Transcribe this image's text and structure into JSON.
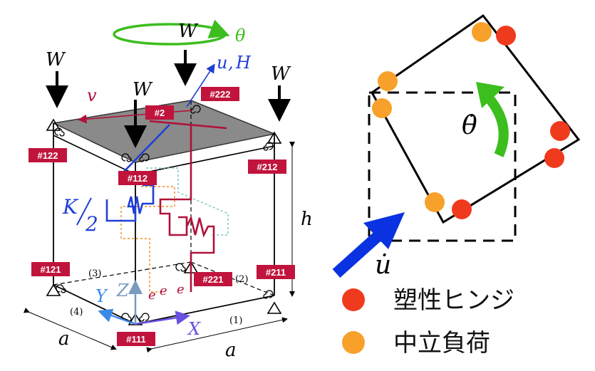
{
  "left_figure": {
    "node_labels": {
      "n2": "#2",
      "n222": "#222",
      "n122": "#122",
      "n212": "#212",
      "n112": "#112",
      "n121": "#121",
      "n221": "#221",
      "n211": "#211",
      "n111": "#111"
    },
    "load_labels": {
      "w_top": "W",
      "w_left": "W",
      "w_right": "W",
      "w_mid": "W"
    },
    "theta": "θ",
    "u": "u",
    "comma": ",",
    "H": "H",
    "v": "v",
    "K": "K",
    "two": "2",
    "h": "h",
    "a_left": "a",
    "a_bottom": "a",
    "axis_x": "X",
    "axis_y": "Y",
    "axis_z": "Z",
    "e1": "e",
    "e2": "e",
    "e3": "e",
    "col1": "(1)",
    "col2": "(2)",
    "col3": "(3)",
    "col4": "(4)"
  },
  "right_figure": {
    "theta_dot": "θ̇",
    "u_dot": "u̇",
    "legend": [
      {
        "label": "塑性ヒンジ",
        "color": "#f03a1e"
      },
      {
        "label": "中立負荷",
        "color": "#f7a12b"
      }
    ]
  },
  "colors": {
    "node_label_bg": "#c0143c",
    "spring_blue": "#1f3fd6",
    "frame_red": "#b0123a",
    "rotation_green": "#3cbe1e",
    "arrow_blue": "#0a32e0"
  }
}
